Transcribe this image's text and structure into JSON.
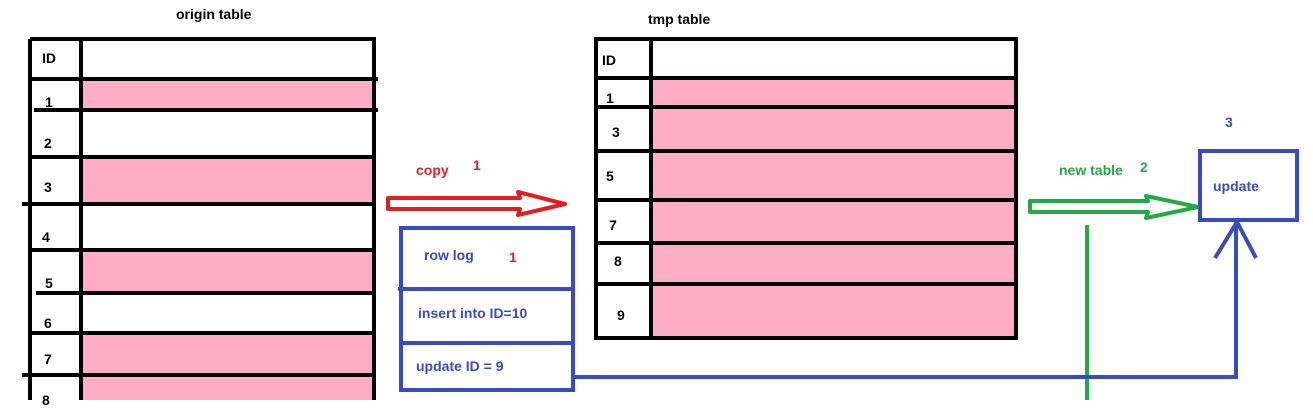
{
  "origin": {
    "title": "origin table",
    "header": "ID",
    "rows": [
      "1",
      "2",
      "3",
      "4",
      "5",
      "6",
      "7",
      "8"
    ]
  },
  "tmp": {
    "title": "tmp table",
    "header": "ID",
    "rows": [
      "1",
      "3",
      "5",
      "7",
      "8",
      "9"
    ]
  },
  "copy": {
    "label": "copy",
    "step": "1"
  },
  "rowlog": {
    "title": "row log",
    "step": "1",
    "entries": [
      "insert into ID=10",
      "update ID = 9"
    ]
  },
  "newtable": {
    "label": "new table",
    "step": "2"
  },
  "update": {
    "label": "update",
    "step": "3"
  },
  "colors": {
    "pink": "#ffadc7",
    "red": "#e02020",
    "green": "#22aa44",
    "blue": "#3a4bc2",
    "black": "#000000"
  }
}
